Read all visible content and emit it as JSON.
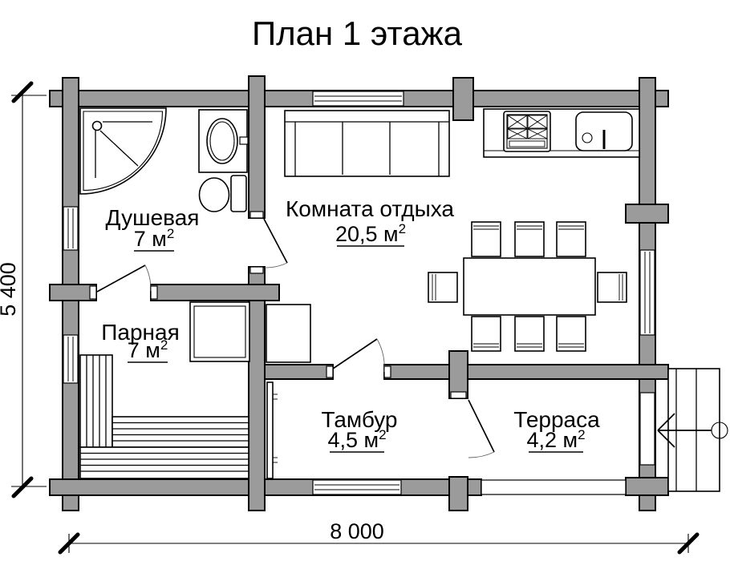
{
  "title": "План 1 этажа",
  "area_superscript": "2",
  "rooms": [
    {
      "name": "Душевая",
      "area": "7 м"
    },
    {
      "name": "Комната отдыха",
      "area": "20,5 м"
    },
    {
      "name": "Парная",
      "area": "7 м"
    },
    {
      "name": "Тамбур",
      "area": "4,5 м"
    },
    {
      "name": "Терраса",
      "area": "4,2 м"
    }
  ],
  "dimensions": {
    "horizontal": "8 000",
    "vertical": "5 400"
  },
  "fixtures": [
    "shower-cabin",
    "washbasin",
    "toilet",
    "sofa",
    "kitchen-counter",
    "stove",
    "kitchen-sink",
    "dining-table",
    "chair",
    "sauna-stove",
    "cabinet",
    "steam-benches",
    "coat-rack",
    "window",
    "door",
    "stairs",
    "entry-arrow"
  ],
  "colors": {
    "background": "#ffffff",
    "wall_fill": "#9b9b9b",
    "line": "#000000",
    "door_arc": "#666666"
  }
}
